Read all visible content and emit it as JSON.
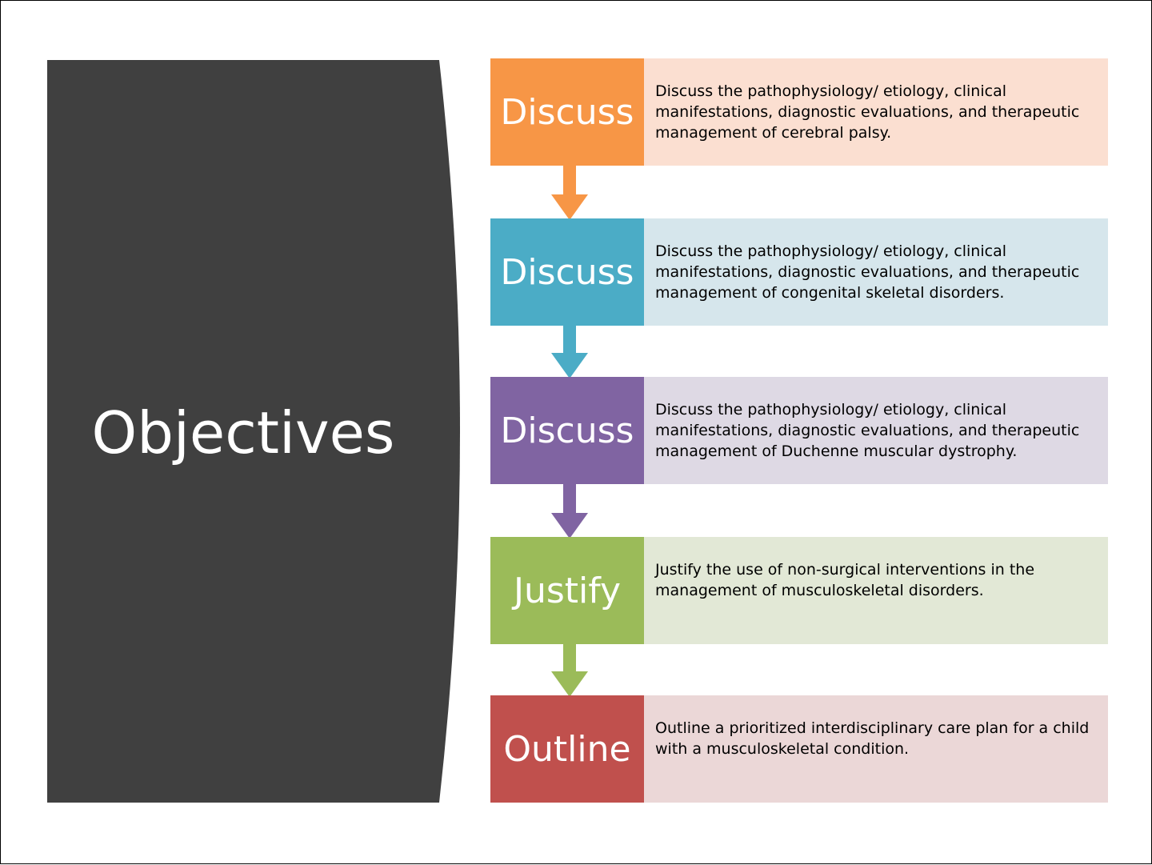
{
  "title": "Objectives",
  "colors": {
    "title_panel": "#404040",
    "orange": "#F79646",
    "orange_light": "#FBDFD1",
    "blue": "#4BACC6",
    "blue_light": "#D6E6EC",
    "purple": "#8064A2",
    "purple_light": "#DED9E4",
    "green": "#9BBB59",
    "green_light": "#E2E8D6",
    "red": "#C0504D",
    "red_light": "#EBD7D7"
  },
  "objectives": [
    {
      "label": "Discuss",
      "description": "Discuss the pathophysiology/ etiology, clinical manifestations, diagnostic evaluations, and therapeutic management of cerebral palsy."
    },
    {
      "label": "Discuss",
      "description": "Discuss the pathophysiology/ etiology, clinical manifestations, diagnostic evaluations, and therapeutic management of congenital skeletal disorders."
    },
    {
      "label": "Discuss",
      "description": "Discuss the pathophysiology/ etiology, clinical manifestations, diagnostic evaluations, and therapeutic management of Duchenne muscular dystrophy."
    },
    {
      "label": "Justify",
      "description": "Justify the use of non-surgical interventions in the management of musculoskeletal disorders."
    },
    {
      "label": "Outline",
      "description": "Outline a prioritized interdisciplinary care plan for a child with a musculoskeletal condition."
    }
  ]
}
